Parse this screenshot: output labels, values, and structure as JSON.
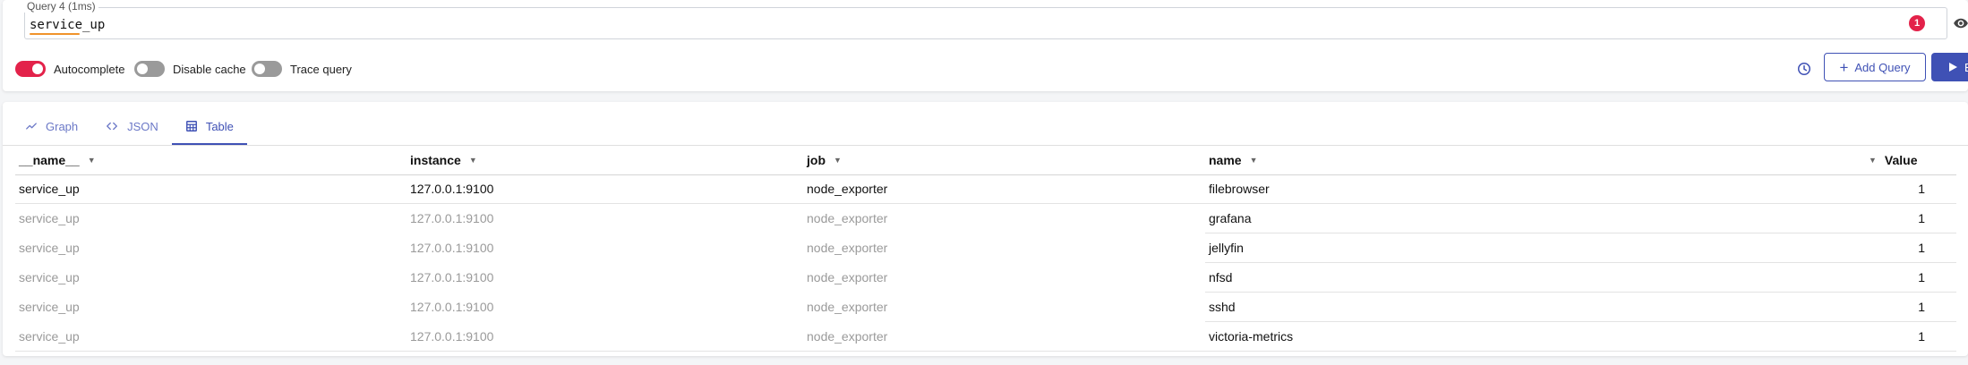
{
  "query": {
    "legend": "Query 4 (1ms)",
    "expression": "service_up",
    "error_count": "1",
    "eye_icon": "eye-icon"
  },
  "controls": {
    "autocomplete": {
      "label": "Autocomplete",
      "on": true
    },
    "disable_cache": {
      "label": "Disable cache",
      "on": false
    },
    "trace_query": {
      "label": "Trace query",
      "on": false
    },
    "history_icon": "history-icon",
    "add_query_label": "Add Query",
    "execute_label": "E"
  },
  "tabs": [
    {
      "label": "Graph",
      "icon": "line-chart-icon",
      "active": false
    },
    {
      "label": "JSON",
      "icon": "code-icon",
      "active": false
    },
    {
      "label": "Table",
      "icon": "table-icon",
      "active": true
    }
  ],
  "table": {
    "columns": [
      "__name__",
      "instance",
      "job",
      "name",
      "Value"
    ],
    "rows": [
      {
        "name__": "service_up",
        "instance": "127.0.0.1:9100",
        "job": "node_exporter",
        "name": "filebrowser",
        "value": "1"
      },
      {
        "name__": "service_up",
        "instance": "127.0.0.1:9100",
        "job": "node_exporter",
        "name": "grafana",
        "value": "1"
      },
      {
        "name__": "service_up",
        "instance": "127.0.0.1:9100",
        "job": "node_exporter",
        "name": "jellyfin",
        "value": "1"
      },
      {
        "name__": "service_up",
        "instance": "127.0.0.1:9100",
        "job": "node_exporter",
        "name": "nfsd",
        "value": "1"
      },
      {
        "name__": "service_up",
        "instance": "127.0.0.1:9100",
        "job": "node_exporter",
        "name": "sshd",
        "value": "1"
      },
      {
        "name__": "service_up",
        "instance": "127.0.0.1:9100",
        "job": "node_exporter",
        "name": "victoria-metrics",
        "value": "1"
      }
    ]
  },
  "colors": {
    "accent": "#3f51b5",
    "toggle_on": "#e3224a",
    "error_badge": "#e3224a",
    "muted_text": "#9a9a9a"
  }
}
